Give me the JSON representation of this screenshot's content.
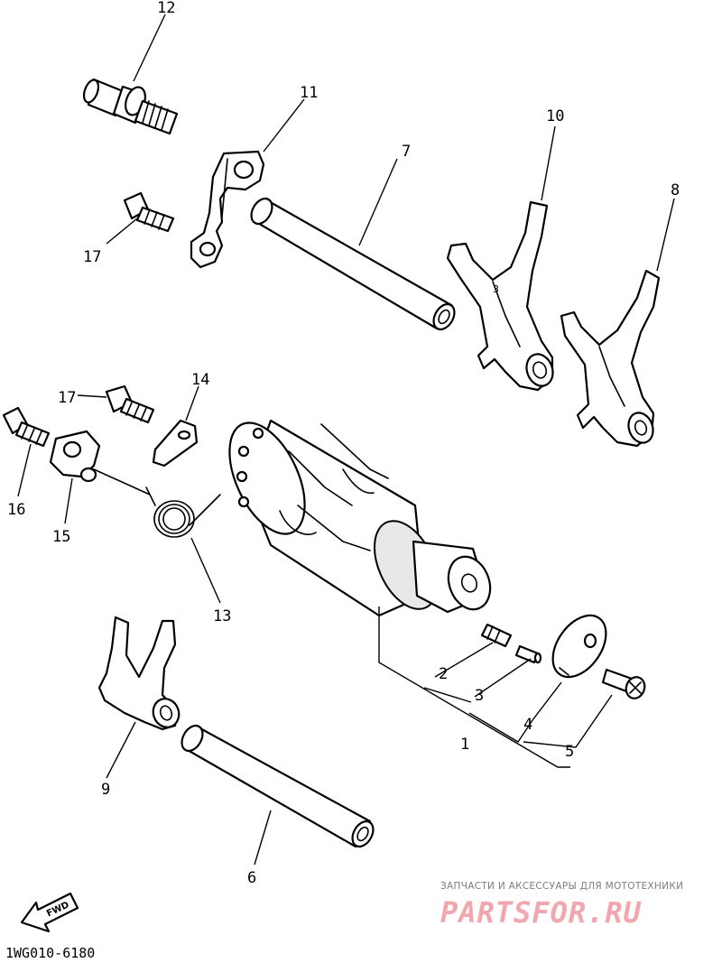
{
  "diagram": {
    "code": "1WG010-6180",
    "fwd_label": "FWD",
    "part_numbers": {
      "p1": "1",
      "p2": "2",
      "p3": "3",
      "p4": "4",
      "p5": "5",
      "p6": "6",
      "p7": "7",
      "p8": "8",
      "p9": "9",
      "p10": "10",
      "p11": "11",
      "p12": "12",
      "p13": "13",
      "p14": "14",
      "p15": "15",
      "p16": "16",
      "p17a": "17",
      "p17b": "17"
    }
  },
  "watermark": {
    "caption": "ЗАПЧАСТИ И АКСЕССУАРЫ ДЛЯ МОТОТЕХНИКИ",
    "logo": "PARTSFOR.RU",
    "color": "#f2a6ad"
  }
}
